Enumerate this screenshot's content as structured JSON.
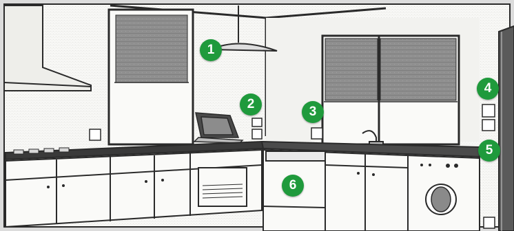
{
  "colors": {
    "marker_fill": "#1f9a3c",
    "marker_text": "#ffffff",
    "line_ink": "#2a2a2a",
    "blind_gray": "#8a8a8a",
    "door_gray": "#5a5a5a",
    "countertop": "#3a3a3a"
  },
  "markers": [
    {
      "number": "1",
      "target": "pendant-lamp"
    },
    {
      "number": "2",
      "target": "wall-switch-and-socket"
    },
    {
      "number": "3",
      "target": "counter-socket"
    },
    {
      "number": "4",
      "target": "socket-and-switch-by-door"
    },
    {
      "number": "5",
      "target": "worktop-edge"
    },
    {
      "number": "6",
      "target": "base-cabinets"
    }
  ]
}
